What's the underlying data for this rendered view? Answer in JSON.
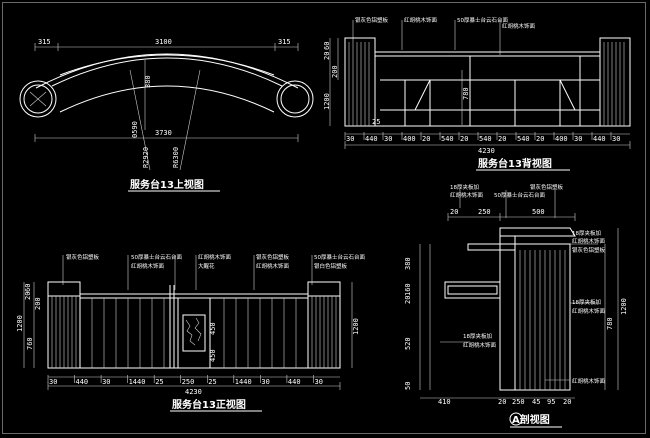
{
  "top_view": {
    "title": "服务台13上视图",
    "dims": {
      "left": "315",
      "mid": "3100",
      "right": "315",
      "total": "3730",
      "v1": "380",
      "v2": "0590",
      "r1": "R2920",
      "r2": "R6300"
    }
  },
  "back_view": {
    "title": "服务台13背视图",
    "notes": {
      "a": "银灰色铝塑板",
      "b": "红胡桃木饰面",
      "c": "50厚暴士台云石台面",
      "d": "红胡桃木饰面"
    },
    "dims": {
      "v1": "60",
      "v2": "20",
      "v3": "200",
      "v4": "1200",
      "v5": "780",
      "v6": "25"
    },
    "segments": [
      "30",
      "440",
      "30",
      "400",
      "20",
      "540",
      "20",
      "540",
      "20",
      "540",
      "20",
      "400",
      "30",
      "440",
      "30"
    ],
    "total": "4230"
  },
  "front_view": {
    "title": "服务台13正视图",
    "notes": {
      "a": "银灰色铝塑板",
      "b": "50厚暴士台云石台面",
      "c": "红胡桃木饰面",
      "d": "红胡桃木饰面",
      "e": "大醒花",
      "f": "银灰色铝塑板",
      "g": "红胡桃木饰面",
      "h": "50厚暴士台云石台面",
      "i": "银白色铝塑板"
    },
    "dims": {
      "v1": "60",
      "v2": "20",
      "v3": "200",
      "v4": "1200",
      "v5": "760",
      "v6": "1200",
      "p1": "450",
      "p2": "450"
    },
    "segments": [
      "30",
      "440",
      "30",
      "1440",
      "25",
      "250",
      "25",
      "1440",
      "30",
      "440",
      "30"
    ],
    "total": "4230"
  },
  "side_view": {
    "title": "A剖视图",
    "notes": {
      "a": "18厚夹板加",
      "b": "红胡桃木饰面",
      "c": "50厚暴士台云石台面",
      "d": "银灰色铝塑板",
      "e": "18厚夹板加",
      "f": "红胡桃木饰面",
      "g": "银灰色铝塑板",
      "h": "18厚夹板加",
      "i": "红胡桃木饰面",
      "j": "红胡桃木饰面",
      "k": "18厚夹板加",
      "l": "红胡桃木饰面"
    },
    "dims": {
      "t1": "20",
      "t2": "250",
      "t3": "500",
      "v1": "380",
      "v2": "160",
      "v3": "20",
      "v4": "520",
      "v5": "50",
      "v6": "780",
      "v7": "1200",
      "b1": "410",
      "b2": "20",
      "b3": "250",
      "b4": "45",
      "b5": "95",
      "b6": "20"
    }
  }
}
